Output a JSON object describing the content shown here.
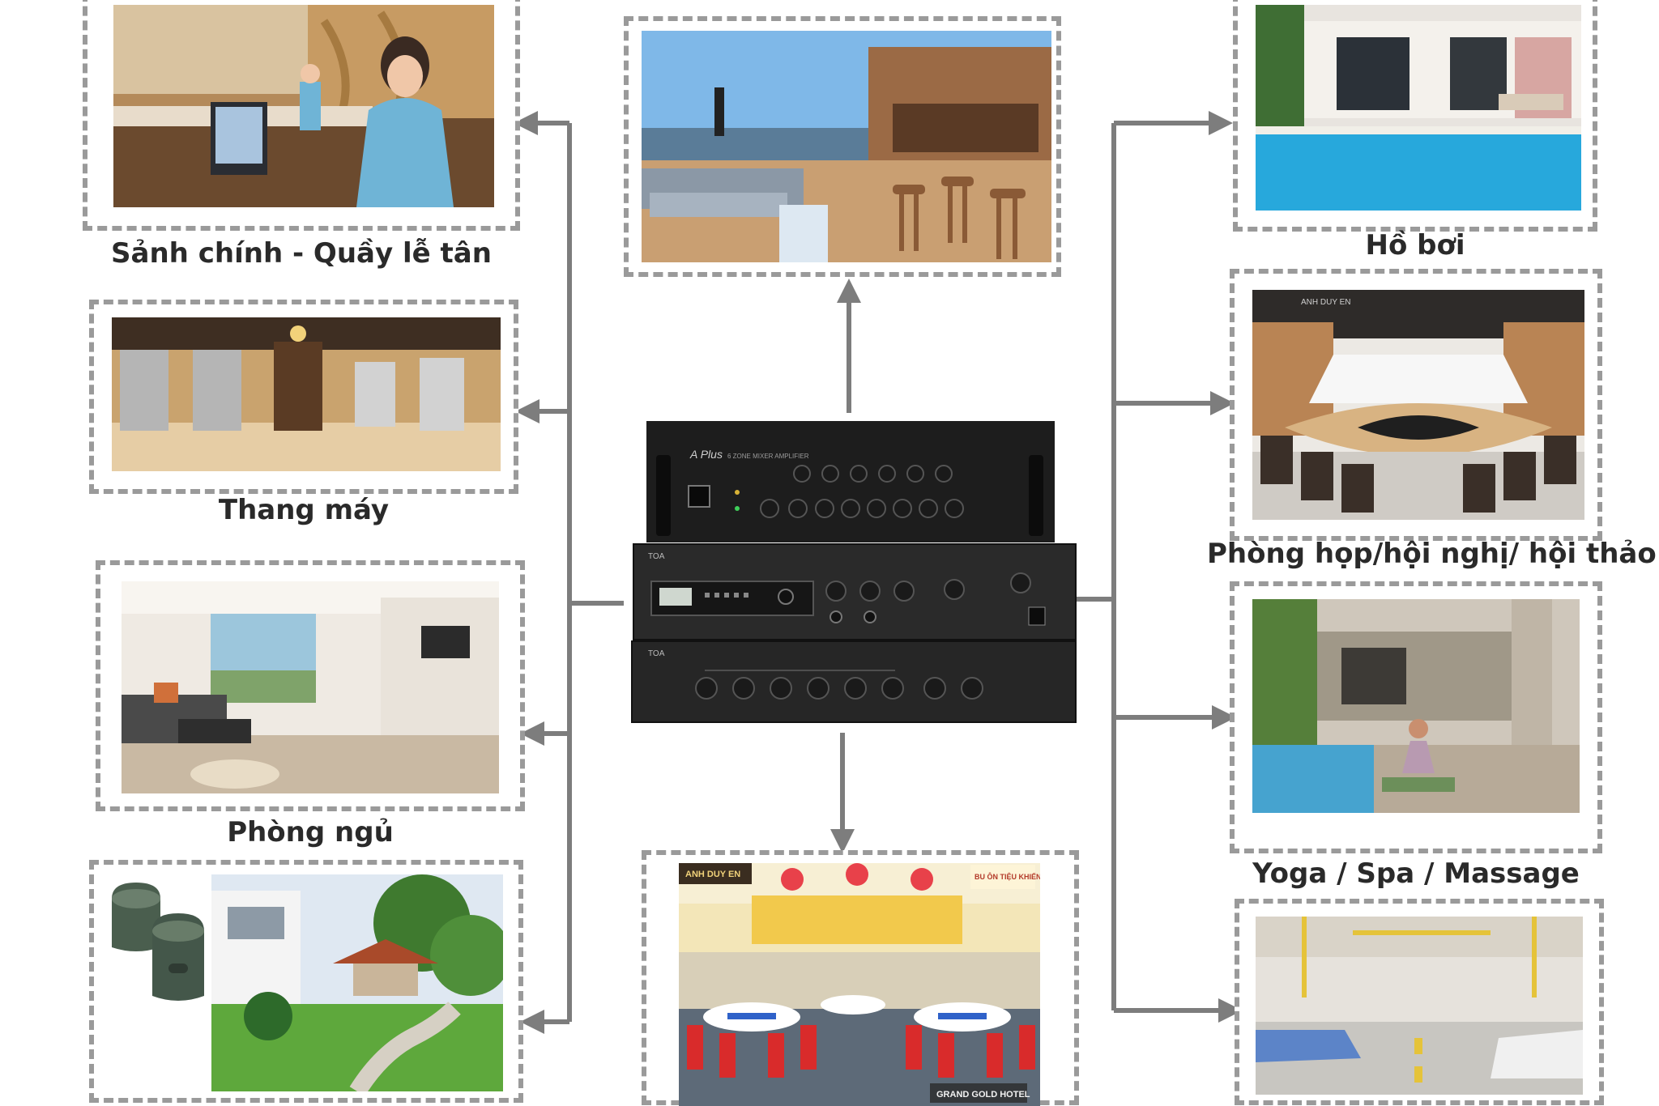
{
  "diagram": {
    "line_color": "#7d7d7d",
    "frame_color": "#9a9a9a",
    "caption_color": "#2a2a2a",
    "zones": {
      "lobby": {
        "caption": "Sảnh chính - Quầy lễ tân"
      },
      "elevator": {
        "caption": "Thang máy"
      },
      "bedroom": {
        "caption": "Phòng ngủ"
      },
      "garden": {
        "caption": ""
      },
      "rooftop": {
        "caption": ""
      },
      "ballroom": {
        "caption": "",
        "sign_left": "ANH DUY EN",
        "sign_right": "BU ÔN TIỆU KHIẾN",
        "footer_label": "GRAND GOLD HOTEL"
      },
      "pool": {
        "caption": "Hồ bơi"
      },
      "conference": {
        "caption": "Phòng họp/hội nghị/ hội thảo",
        "watermark": "ANH DUY EN"
      },
      "yoga": {
        "caption": "Yoga / Spa / Massage"
      },
      "parking": {
        "caption": ""
      }
    },
    "equipment": {
      "amp_brand": "A Plus",
      "amp_model": "6 ZONE MIXER AMPLIFIER",
      "tuner_brand": "TOA",
      "mixer_brand": "TOA"
    }
  }
}
